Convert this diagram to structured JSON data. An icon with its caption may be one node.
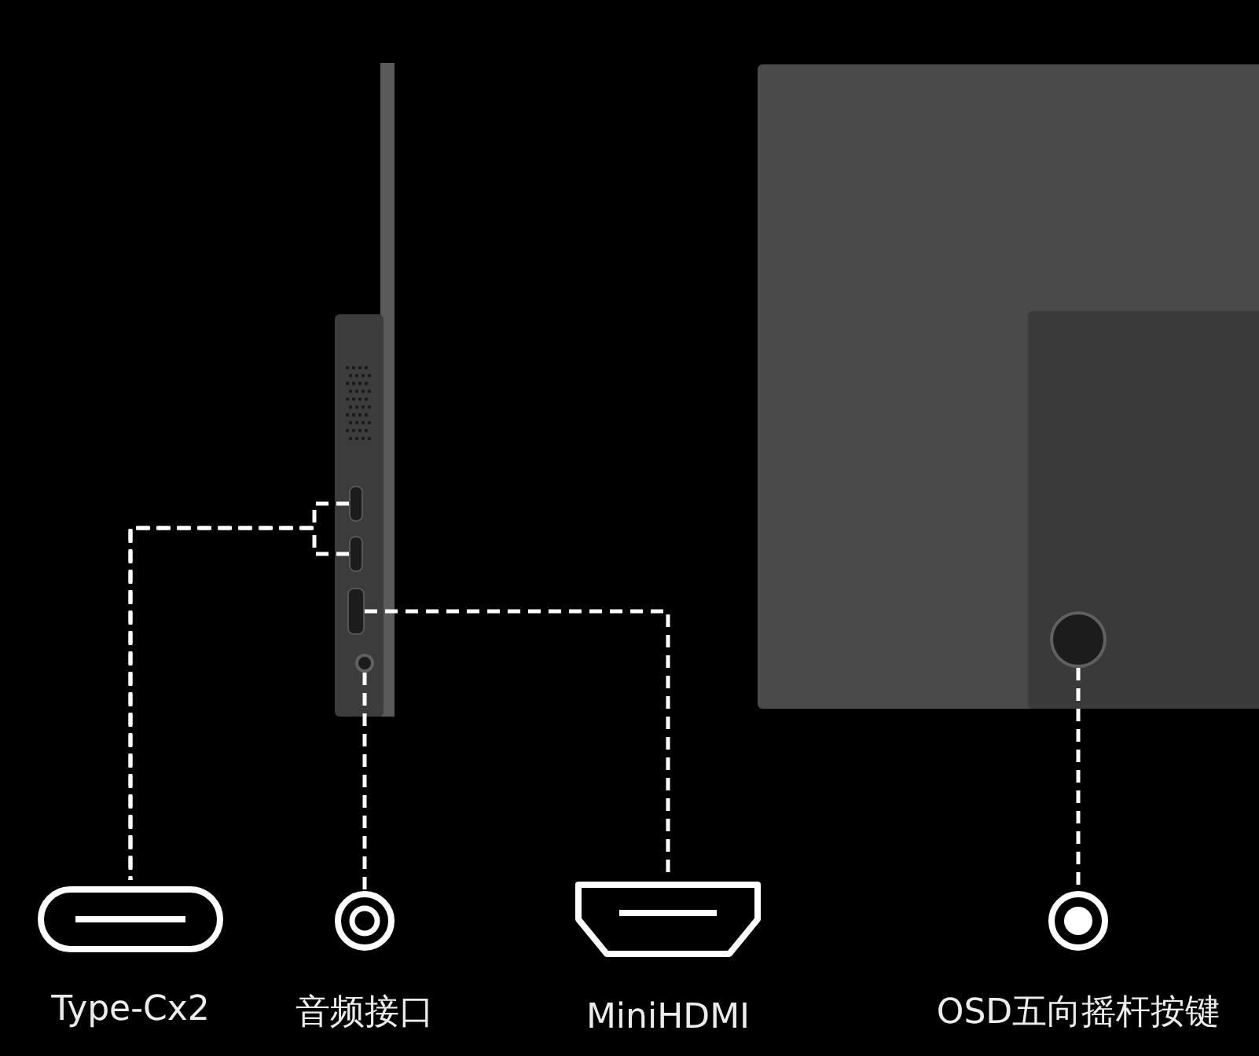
{
  "diagram": {
    "nodes": [
      {
        "text": [
          "Type-Cx2"
        ]
      },
      {
        "text": [
          "音频接口"
        ]
      },
      {
        "text": [
          "MiniHDMI"
        ]
      },
      {
        "text": [
          "OSD五向摇杆按键"
        ]
      },
      {
        "text": [],
        "shape": "box"
      },
      {
        "text": [],
        "shape": "box"
      },
      {
        "text": [],
        "shape": "circle"
      },
      {
        "text": [],
        "shape": "box"
      },
      {
        "text": [],
        "shape": "circle"
      }
    ],
    "edges": [
      {
        "from": 4,
        "to": 0,
        "arrow": "none",
        "style": "dashed"
      },
      {
        "from": 5,
        "to": 0,
        "arrow": "none",
        "style": "dashed"
      },
      {
        "from": 6,
        "to": 1,
        "arrow": "none",
        "style": "dashed"
      },
      {
        "from": 7,
        "to": 2,
        "arrow": "none",
        "style": "dashed"
      },
      {
        "from": 8,
        "to": 3,
        "arrow": "none",
        "style": "dashed"
      }
    ]
  }
}
